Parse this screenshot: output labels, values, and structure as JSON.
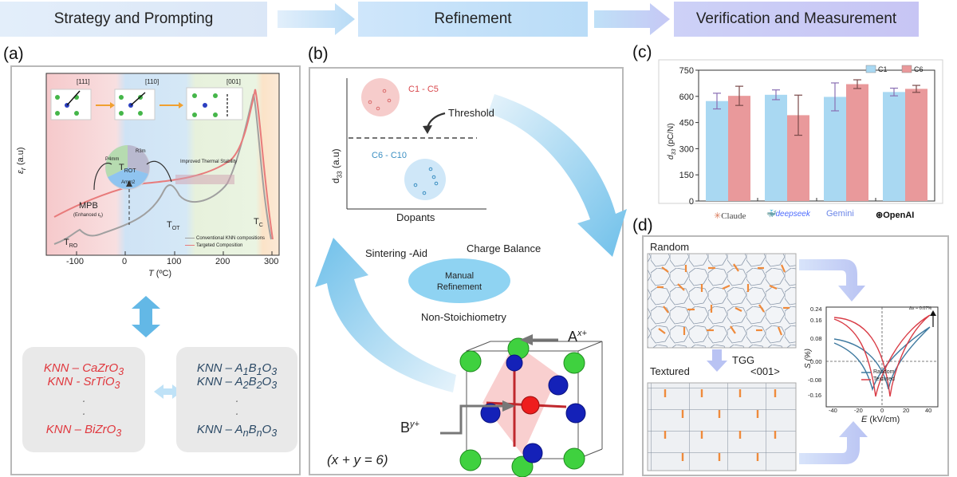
{
  "stages": [
    "Strategy and Prompting",
    "Refinement",
    "Verification and Measurement"
  ],
  "panels": [
    "(a)",
    "(b)",
    "(c)",
    "(d)"
  ],
  "a": {
    "directions": [
      "[111]",
      "[110]",
      "[001]"
    ],
    "phase_labels": [
      "R3m",
      "P4mm",
      "Amm2"
    ],
    "t_rot": "T",
    "t_rot_sub": "ROT",
    "improved": "Improved Thermal Stability",
    "mpb": "MPB",
    "mpb_sub": "(Enhanced ε",
    "mpb_sub_r": "r",
    "mpb_sub_end": ")",
    "t_ro": "T",
    "t_ro_sub": "RO",
    "t_ot": "T",
    "t_ot_sub": "OT",
    "t_c": "T",
    "t_c_sub": "C",
    "legend": [
      "Conventional KNN compositions",
      "Targeted Composition"
    ],
    "ylabel_main": "ε",
    "ylabel_sub": "r",
    "ylabel_unit": " (a.u)",
    "xlabel_main": "T",
    "xlabel_unit": " (ºC)",
    "xticks": [
      "-100",
      "0",
      "100",
      "200",
      "300"
    ],
    "left_box": [
      "KNN – CaZrO",
      "KNN -  SrTiO",
      "·",
      "·",
      "KNN – BiZrO"
    ],
    "right_box": [
      "KNN – A",
      "KNN – A",
      "·",
      "·",
      "KNN – A"
    ],
    "sub3": "3",
    "right_subs": [
      [
        "1",
        "B",
        "1"
      ],
      [
        "2",
        "B",
        "2"
      ],
      [
        "n",
        "B",
        "n"
      ]
    ]
  },
  "b": {
    "group1": "C1 - C5",
    "group2": "C6 - C10",
    "threshold": "Threshold",
    "ylabel": "d",
    "ylabel_sub": "33",
    "ylabel_unit": " (a.u)",
    "xlabel": "Dopants",
    "sintering": "Sintering -Aid",
    "charge": "Charge Balance",
    "manual1": "Manual",
    "manual2": "Refinement",
    "nonstoich": "Non-Stoichiometry",
    "a_ion": "A",
    "a_sup": "x+",
    "b_ion": "B",
    "b_sup": "y+",
    "equation": "(x + y = 6)"
  },
  "c": {
    "chart_data": {
      "type": "bar",
      "categories": [
        "Claude",
        "deepseek",
        "Gemini",
        "OpenAI"
      ],
      "series": [
        {
          "name": "C1",
          "values": [
            573,
            609,
            597,
            625
          ],
          "errors": [
            45,
            28,
            80,
            22
          ],
          "color": "#a9d8f2"
        },
        {
          "name": "C6",
          "values": [
            603,
            492,
            670,
            643
          ],
          "errors": [
            55,
            115,
            25,
            20
          ],
          "color": "#e9999b"
        }
      ],
      "ylabel": "d33 (pC/N)",
      "ylim": [
        0,
        750
      ],
      "yticks": [
        0,
        150,
        300,
        450,
        600,
        750
      ],
      "legend_position": "top-right"
    },
    "ylabel_main": "d",
    "ylabel_sub": "33",
    "ylabel_unit": " (pC/N)",
    "ytick_labels": [
      "0",
      "150",
      "300",
      "450",
      "600",
      "750"
    ]
  },
  "d": {
    "random": "Random",
    "tgg": "TGG",
    "textured": "Textured",
    "direction": "<001>",
    "delta": "Δs = 0.07%",
    "legend": [
      "Random",
      "Textured"
    ],
    "ylabel": "S (%)",
    "xlabel_main": "E",
    "xlabel_unit": " (kV/cm)",
    "yticks": [
      "0.24",
      "0.16",
      "0.08",
      "0.00",
      "-0.08",
      "-0.16"
    ],
    "xticks": [
      "-40",
      "-20",
      "0",
      "20",
      "40"
    ]
  }
}
